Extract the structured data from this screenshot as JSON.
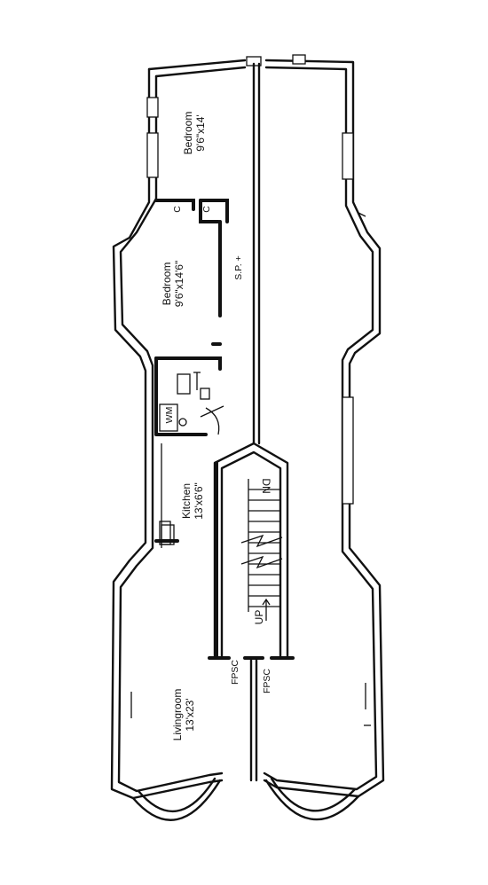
{
  "rooms": {
    "bedroom_top": {
      "name": "Bedroom",
      "size": "9'6\"x14'"
    },
    "bedroom_mid": {
      "name": "Bedroom",
      "size": "9'6\"x14'6\""
    },
    "kitchen": {
      "name": "Kitchen",
      "size": "13'x6'6\""
    },
    "livingroom": {
      "name": "Livingroom",
      "size": "13'x23'"
    }
  },
  "labels": {
    "closet_left": "C",
    "closet_right": "C",
    "sp": "S.P. +",
    "wm": "WM",
    "stair_down": "DN",
    "stair_up": "UP",
    "fpsc_left": "FPSC",
    "fpsc_right": "FPSC"
  }
}
